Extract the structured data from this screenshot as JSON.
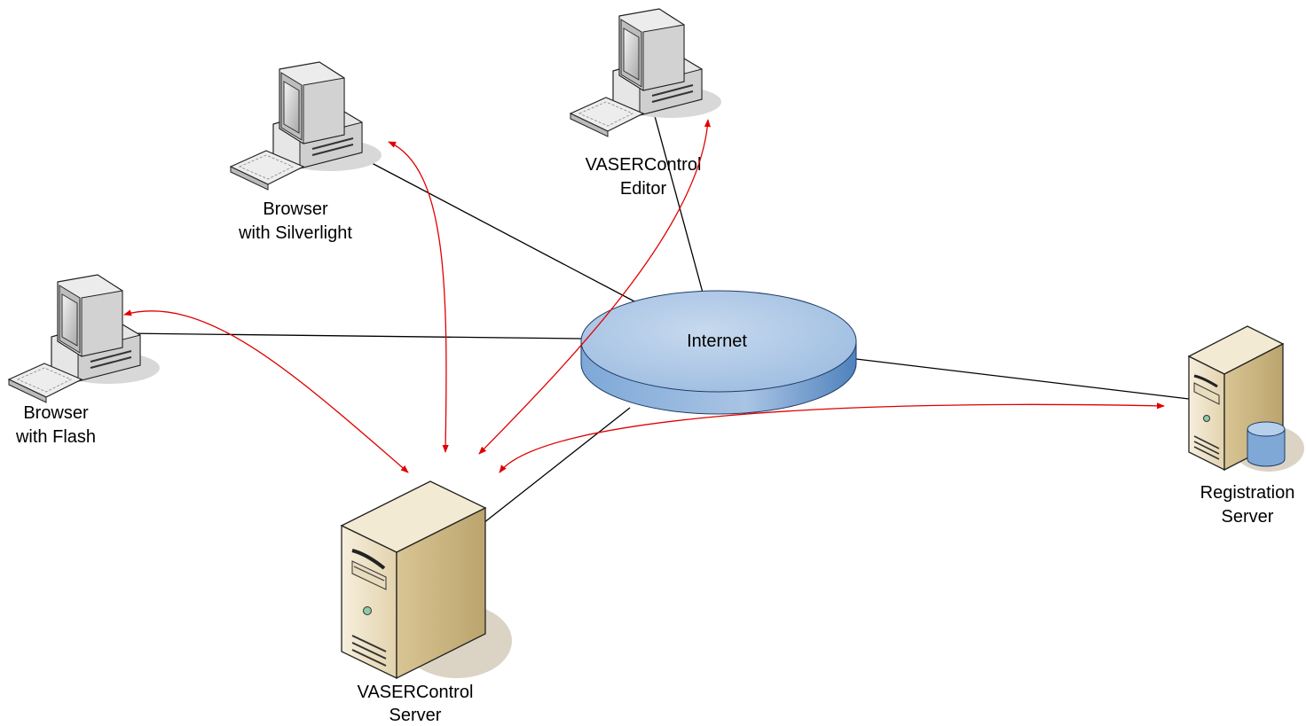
{
  "nodes": {
    "internet": {
      "label": "Internet"
    },
    "silverlight_client": {
      "label_line1": "Browser",
      "label_line2": "with Silverlight"
    },
    "editor_client": {
      "label_line1": "VASERControl",
      "label_line2": "Editor"
    },
    "flash_client": {
      "label_line1": "Browser",
      "label_line2": "with Flash"
    },
    "control_server": {
      "label_line1": "VASERControl",
      "label_line2": "Server"
    },
    "registration_server": {
      "label_line1": "Registration",
      "label_line2": "Server"
    }
  },
  "colors": {
    "network_link": "#000000",
    "data_flow": "#e00000",
    "cloud_fill": "#a9c4e4",
    "cloud_side": "#5b8ec6",
    "server_case": "#ede0c0",
    "monitor_case": "#e6e6e6"
  },
  "icons": [
    "desktop-computer-icon",
    "tower-server-icon",
    "database-server-icon",
    "network-cloud-icon"
  ]
}
